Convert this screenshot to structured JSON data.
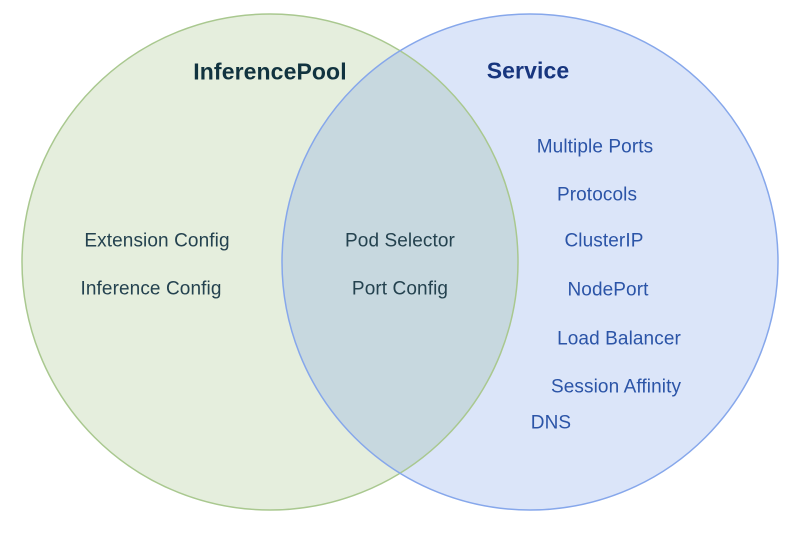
{
  "diagram": {
    "type": "venn",
    "left_circle": {
      "title": "InferencePool",
      "items": [
        "Extension Config",
        "Inference Config"
      ],
      "fill": "#a8c890",
      "fill_opacity": "0.30",
      "stroke": "#a9c88f",
      "title_color": "#11333f",
      "item_color": "#24424f"
    },
    "right_circle": {
      "title": "Service",
      "items": [
        "Multiple Ports",
        "Protocols",
        "ClusterIP",
        "NodePort",
        "Load Balancer",
        "Session Affinity",
        "DNS"
      ],
      "fill": "#6e96e6",
      "fill_opacity": "0.25",
      "stroke": "#86a7eb",
      "title_color": "#17357e",
      "item_color": "#2b54a7"
    },
    "intersection": {
      "items": [
        "Pod Selector",
        "Port Config"
      ]
    },
    "background_color": "#ffffff"
  }
}
